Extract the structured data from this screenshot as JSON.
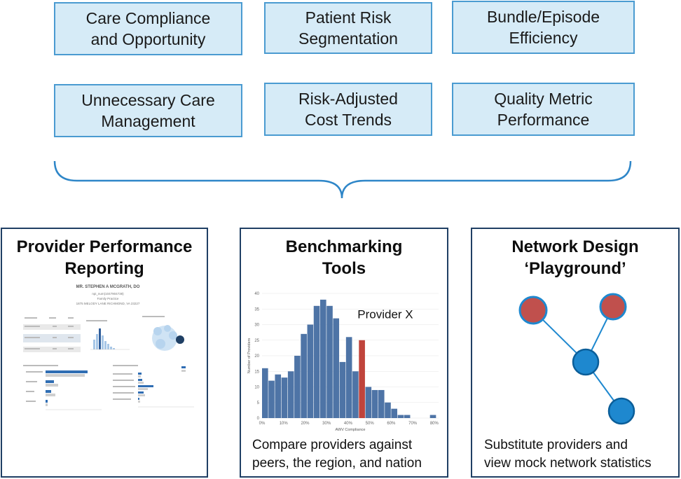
{
  "top_boxes": [
    {
      "label": "Care Compliance\nand Opportunity"
    },
    {
      "label": "Patient Risk\nSegmentation"
    },
    {
      "label": "Bundle/Episode\nEfficiency"
    },
    {
      "label": "Unnecessary Care\nManagement"
    },
    {
      "label": "Risk-Adjusted\nCost Trends"
    },
    {
      "label": "Quality Metric\nPerformance"
    }
  ],
  "panels": {
    "provider_reporting": {
      "title": "Provider Performance\nReporting",
      "report": {
        "name": "MR. STEPHEN A MCGRATH, DO",
        "npi": "npi_num(1047904738)",
        "specialty": "Family Practice",
        "address": "1875 MELODY LANE RICHMOND, VA 23227"
      }
    },
    "benchmarking": {
      "title": "Benchmarking\nTools",
      "annotation": "Provider X",
      "caption": "Compare providers against\npeers, the region, and nation"
    },
    "network_design": {
      "title": "Network Design\n‘Playground’",
      "caption": "Substitute providers and\nview mock network statistics"
    }
  },
  "colors": {
    "box_fill": "#d6ebf7",
    "box_border": "#4a9bd1",
    "panel_border": "#1f3f64",
    "histogram_bar": "#4e74a6",
    "highlight_bar": "#c0443c",
    "node_red": "#c0504d",
    "node_blue": "#1e88cf"
  },
  "chart_data": {
    "type": "bar",
    "xlabel": "AWV Compliance",
    "ylabel": "Number of Providers",
    "xlim": [
      0,
      82
    ],
    "ylim": [
      0,
      40
    ],
    "x_ticks": [
      "0%",
      "10%",
      "20%",
      "30%",
      "40%",
      "50%",
      "60%",
      "70%",
      "80%"
    ],
    "y_ticks": [
      "0",
      "5",
      "10",
      "15",
      "20",
      "25",
      "30",
      "35",
      "40"
    ],
    "bin_width": 3,
    "bin_starts": [
      0,
      3,
      6,
      9,
      12,
      15,
      18,
      21,
      24,
      27,
      30,
      33,
      36,
      39,
      42,
      45,
      48,
      51,
      54,
      57,
      60,
      63,
      66,
      69,
      78
    ],
    "values": [
      16,
      12,
      14,
      13,
      15,
      20,
      27,
      30,
      36,
      38,
      36,
      32,
      18,
      26,
      15,
      25,
      10,
      9,
      9,
      5,
      3,
      1,
      1,
      0,
      1
    ],
    "highlight_index": 15,
    "highlight_label": "Provider X"
  }
}
